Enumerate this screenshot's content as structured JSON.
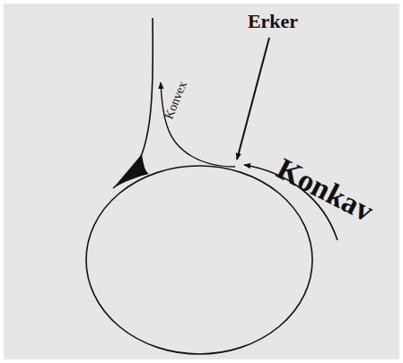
{
  "diagram": {
    "labels": [
      "Erker",
      "Konkav",
      "Konvex"
    ]
  }
}
